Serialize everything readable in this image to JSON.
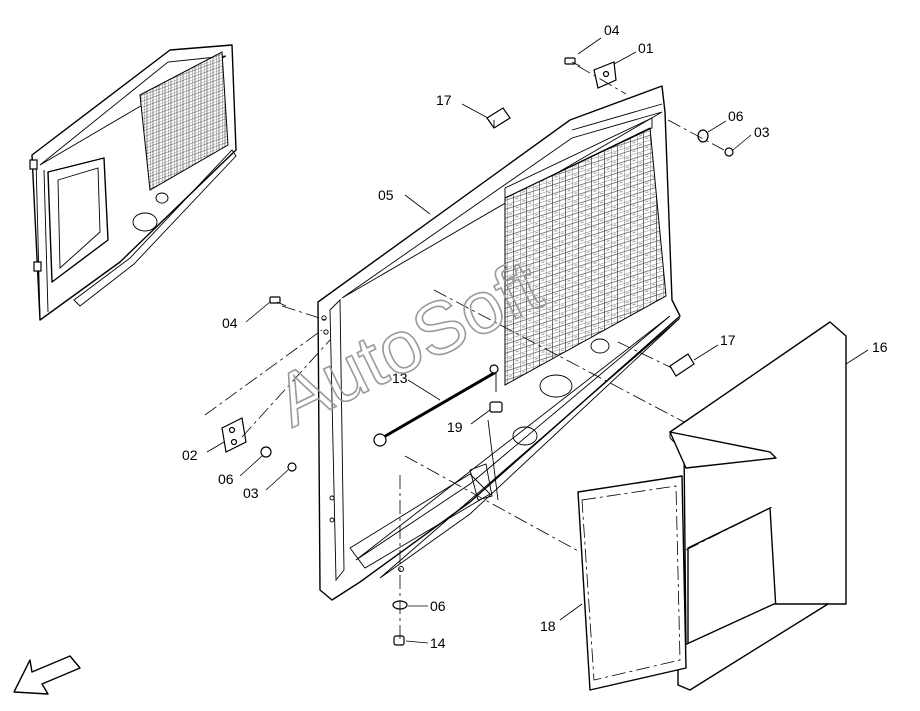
{
  "watermark": "AutoSoft",
  "callouts": [
    {
      "id": "c-04-top",
      "label": "04"
    },
    {
      "id": "c-01",
      "label": "01"
    },
    {
      "id": "c-17-top",
      "label": "17"
    },
    {
      "id": "c-06-right",
      "label": "06"
    },
    {
      "id": "c-03-right",
      "label": "03"
    },
    {
      "id": "c-05",
      "label": "05"
    },
    {
      "id": "c-04-left",
      "label": "04"
    },
    {
      "id": "c-17-mid",
      "label": "17"
    },
    {
      "id": "c-16",
      "label": "16"
    },
    {
      "id": "c-13",
      "label": "13"
    },
    {
      "id": "c-19",
      "label": "19"
    },
    {
      "id": "c-02",
      "label": "02"
    },
    {
      "id": "c-06-left",
      "label": "06"
    },
    {
      "id": "c-03-left",
      "label": "03"
    },
    {
      "id": "c-06-bottom",
      "label": "06"
    },
    {
      "id": "c-14",
      "label": "14"
    },
    {
      "id": "c-18",
      "label": "18"
    }
  ],
  "icons": {
    "direction": "front-direction-arrow-icon",
    "fastener": "bolt-icon",
    "washer": "washer-icon",
    "nut": "nut-icon"
  }
}
